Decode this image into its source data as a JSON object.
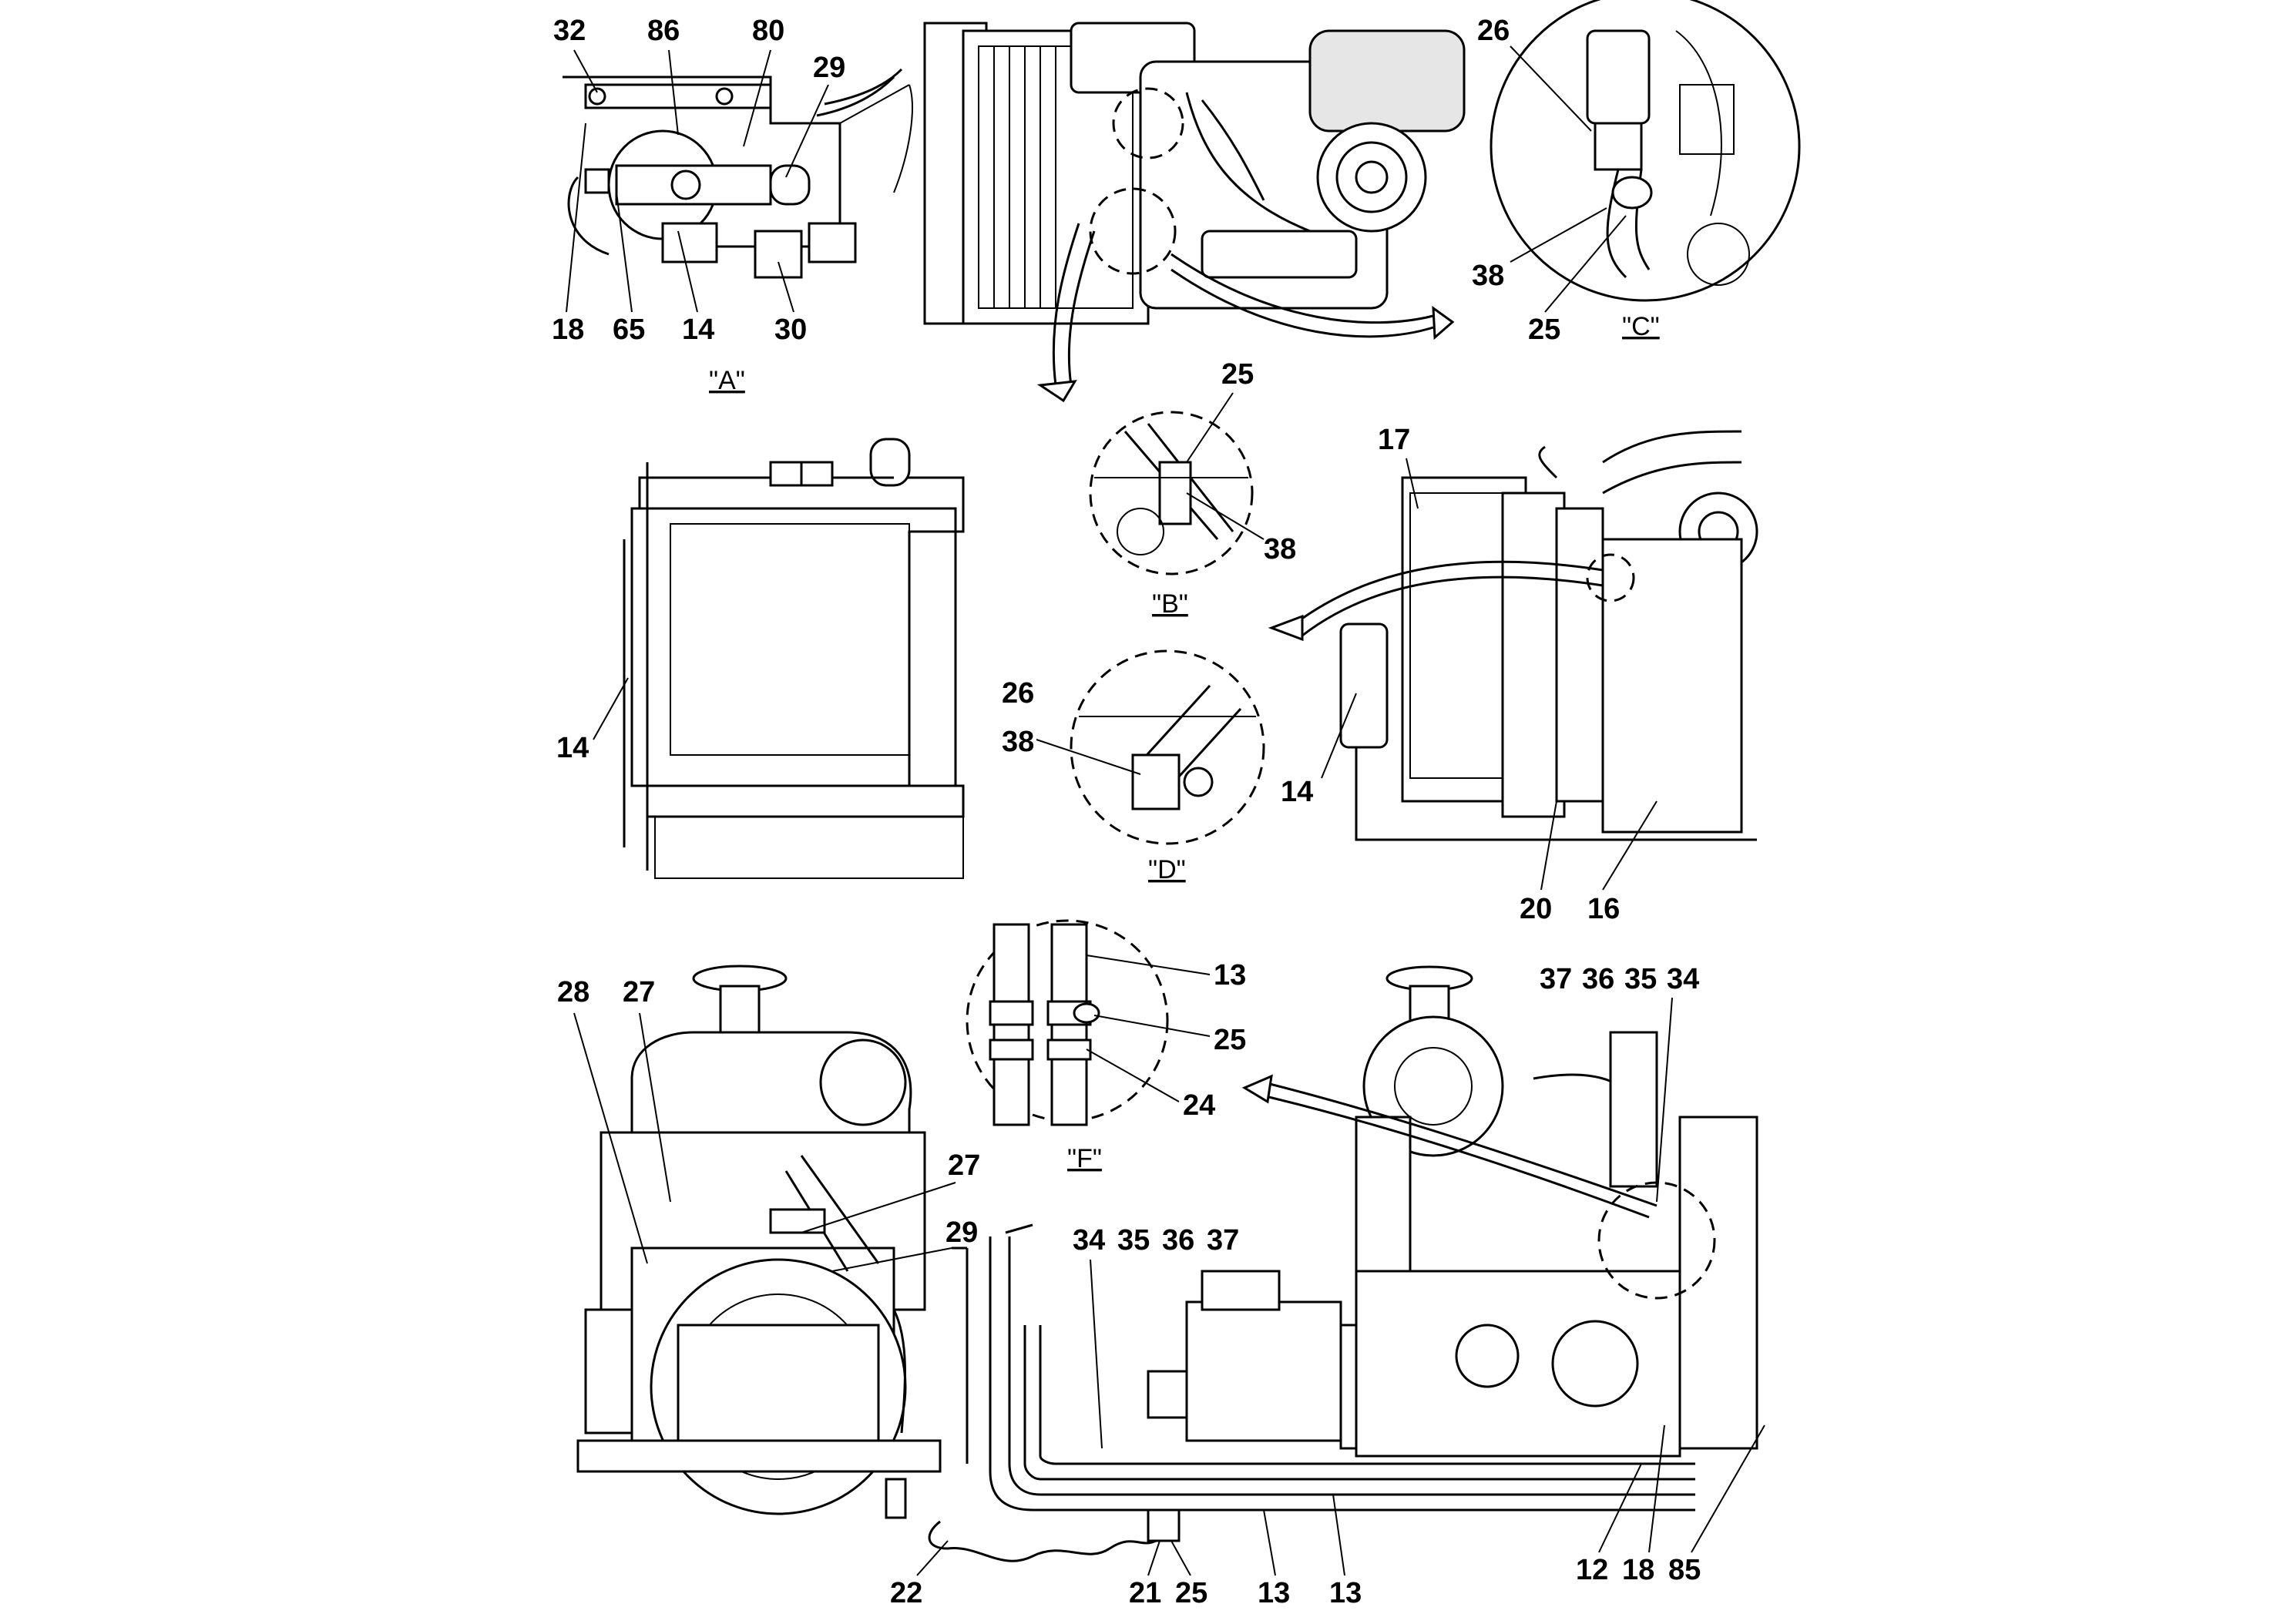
{
  "diagram": {
    "views": {
      "A": "\"A\"",
      "B": "\"B\"",
      "C": "\"C\"",
      "D": "\"D\"",
      "F": "\"F\""
    },
    "callouts": {
      "a": [
        "32",
        "86",
        "80",
        "29",
        "18",
        "65",
        "14",
        "30"
      ],
      "c": [
        "26",
        "38",
        "25"
      ],
      "b": [
        "25",
        "38"
      ],
      "d": [
        "26",
        "38"
      ],
      "front": [
        "14"
      ],
      "side": [
        "17",
        "14",
        "20",
        "16"
      ],
      "f": [
        "13",
        "25",
        "24"
      ],
      "rear": [
        "28",
        "27",
        "27",
        "29",
        "22"
      ],
      "pumps": [
        "34",
        "35",
        "36",
        "37",
        "21",
        "25",
        "13",
        "13"
      ],
      "right": [
        "37",
        "36",
        "35",
        "34",
        "12",
        "18",
        "85"
      ]
    }
  }
}
